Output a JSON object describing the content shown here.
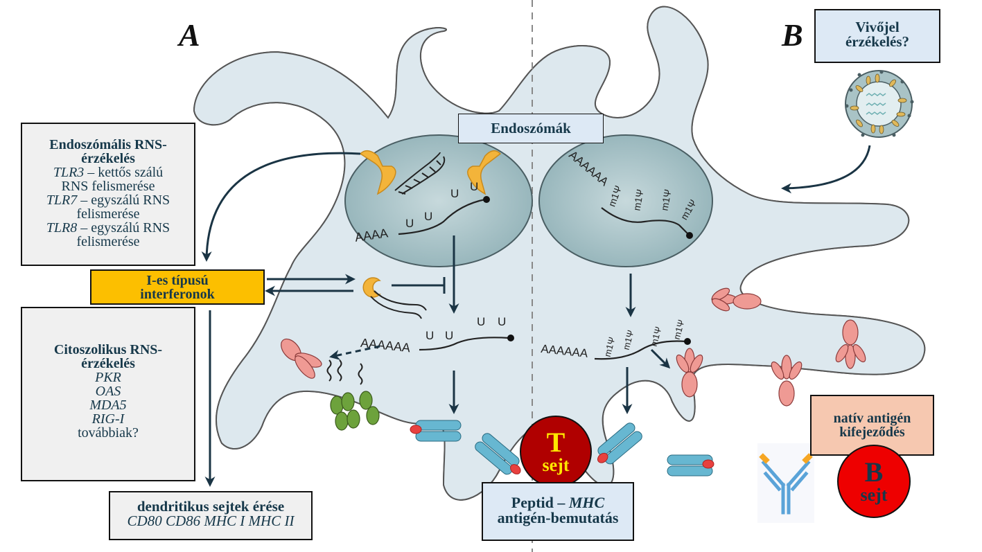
{
  "panels": {
    "a_label": "A",
    "b_label": "B"
  },
  "boxes": {
    "endosomal": {
      "title_line1": "Endoszómális RNS-",
      "title_line2": "érzékelés",
      "items": [
        {
          "gene": "TLR3",
          "text_a": " – kettős szálú",
          "text_b": "RNS felismerése"
        },
        {
          "gene": "TLR7",
          "text_a": " – egyszálú RNS",
          "text_b": "felismerése"
        },
        {
          "gene": "TLR8",
          "text_a": " – egyszálú RNS",
          "text_b": "felismerése"
        }
      ]
    },
    "interferon": {
      "line1": "I-es típusú",
      "line2": "interferonok"
    },
    "cytosolic": {
      "title_line1": "Citoszolikus RNS-",
      "title_line2": "érzékelés",
      "genes": [
        "PKR",
        "OAS",
        "MDA5",
        "RIG-I"
      ],
      "footer": "továbbiak?"
    },
    "maturation": {
      "line1": "dendritikus sejtek érése",
      "line2": "CD80 CD86 MHC I MHC II"
    },
    "endosomes": {
      "label": "Endoszómák"
    },
    "carrier": {
      "line1": "Vivőjel",
      "line2": "érzékelés?"
    },
    "peptide_mhc": {
      "line1_a": "Peptid – ",
      "line1_b": "MHC",
      "line2": "antigén-bemutatás"
    },
    "native_antigen": {
      "line1": "natív antigén",
      "line2": "kifejeződés"
    }
  },
  "cells": {
    "t_cell": {
      "letter": "T",
      "label": "sejt",
      "fill": "#b00000",
      "text_color": "#ffe800"
    },
    "b_cell": {
      "letter": "B",
      "label": "sejt",
      "fill": "#ee0000",
      "text_color": "#16384a"
    }
  },
  "rna": {
    "polyA_short": "AAAA",
    "polyA_long": "AAAAAA",
    "uridine": "U",
    "modified": "m1Ψ"
  },
  "colors": {
    "cell_fill_left": "#dde8ee",
    "cell_fill_right": "#c5d8de",
    "endosome_fill": "#9fbcc2",
    "receptor_gold": "#f3b43a",
    "arrow": "#1a3444",
    "mhc_blue": "#67b7d1",
    "protein_pink": "#ef8a86",
    "protein_green": "#6da23c"
  }
}
